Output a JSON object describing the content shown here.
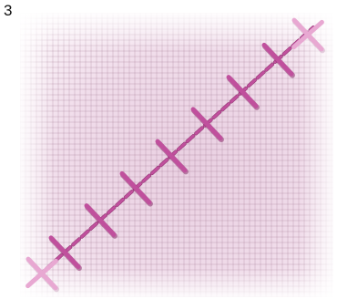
{
  "step_label": "3",
  "illustration": {
    "subject": "cross-stitch-diagonal",
    "stitch_count": 9,
    "colors": {
      "grid_line": "#8a5a78",
      "fabric_light": "#fbf3f8",
      "fabric_mid": "#eed8e7",
      "fabric_dark": "#d9b5cc",
      "thread": "#c0509d",
      "thread_light": "#e8a8d2",
      "thread_shadow": "#8d2f6d"
    }
  }
}
